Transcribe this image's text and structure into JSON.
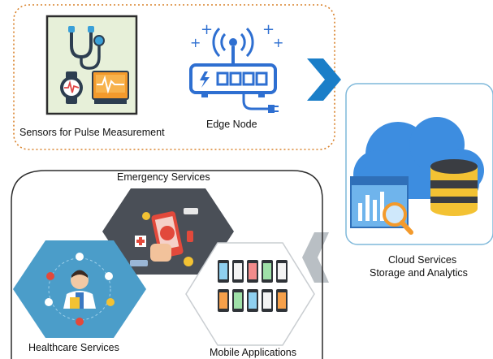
{
  "labels": {
    "sensors": "Sensors for Pulse Measurement",
    "edge_node": "Edge Node",
    "cloud_line1": "Cloud Services",
    "cloud_line2": "Storage and Analytics",
    "emergency": "Emergency Services",
    "healthcare": "Healthcare Services",
    "mobile": "Mobile Applications"
  },
  "icons": {
    "stethoscope": "stethoscope-icon",
    "smartwatch": "smartwatch-icon",
    "monitor": "heart-rate-monitor-icon",
    "router": "router-icon",
    "cloud": "cloud-icon",
    "database": "database-icon",
    "analytics": "analytics-icon",
    "emergency_phone": "sos-phone-icon",
    "doctor": "doctor-icon",
    "app_grid": "mobile-apps-icon"
  },
  "colors": {
    "router_blue": "#2e6fd1",
    "arrow_blue": "#1a7ec8",
    "arrow_gray": "#b9bfc4",
    "sensor_border": "#d9822b",
    "sensor_fill": "#e7f0d9",
    "cloud_blue": "#3d8de0",
    "db_yellow": "#f3c233",
    "emergency_bg": "#4a4f57",
    "health_bg": "#4b9dc9"
  }
}
